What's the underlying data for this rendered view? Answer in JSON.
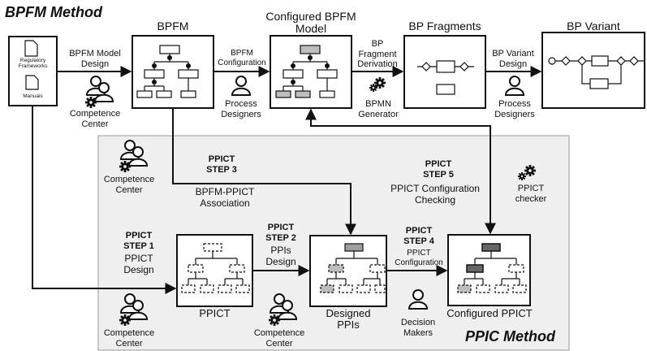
{
  "titles": {
    "bpfm_method": "BPFM Method",
    "ppic_method": "PPIC Method"
  },
  "doc_box": {
    "regulatory": "Regulatory Frameworks",
    "manuals": "Manuals"
  },
  "boxes": {
    "bpfm": "BPFM",
    "configured_bpfm_line1": "Configured BPFM",
    "configured_bpfm_line2": "Model",
    "bp_fragments": "BP Fragments",
    "bp_variant": "BP Variant",
    "ppict": "PPICT",
    "designed_ppis_line1": "Designed",
    "designed_ppis_line2": "PPIs",
    "configured_ppict": "Configured PPICT"
  },
  "edges": {
    "bpfm_model_design_l1": "BPFM Model",
    "bpfm_model_design_l2": "Design",
    "bpfm_configuration_l1": "BPFM",
    "bpfm_configuration_l2": "Configuration",
    "bp_fragment_derivation_l1": "BP",
    "bp_fragment_derivation_l2": "Fragment",
    "bp_fragment_derivation_l3": "Derivation",
    "bp_variant_design_l1": "BP Variant",
    "bp_variant_design_l2": "Design"
  },
  "actors": {
    "competence_center_top_l1": "Competence",
    "competence_center_top_l2": "Center",
    "process_designers_1_l1": "Process",
    "process_designers_1_l2": "Designers",
    "bpmn_generator_l1": "BPMN",
    "bpmn_generator_l2": "Generator",
    "process_designers_2_l1": "Process",
    "process_designers_2_l2": "Designers",
    "competence_center_ppic_l1": "Competence",
    "competence_center_ppic_l2": "Center",
    "ppict_checker_l1": "PPICT",
    "ppict_checker_l2": "checker",
    "competence_center_bl_l1": "Competence",
    "competence_center_bl_l2": "Center",
    "competence_center_bm_l1": "Competence",
    "competence_center_bm_l2": "Center",
    "decision_makers_l1": "Decision",
    "decision_makers_l2": "Makers"
  },
  "steps": {
    "step3_l1": "PPICT",
    "step3_l2": "STEP 3",
    "step3_desc_l1": "BPFM-PPICT",
    "step3_desc_l2": "Association",
    "step5_l1": "PPICT",
    "step5_l2": "STEP 5",
    "step5_desc_l1": "PPICT Configuration",
    "step5_desc_l2": "Checking",
    "step1_l1": "PPICT",
    "step1_l2": "STEP 1",
    "step1_desc_l1": "PPICT",
    "step1_desc_l2": "Design",
    "step2_l1": "PPICT",
    "step2_l2": "STEP 2",
    "step2_desc_l1": "PPIs",
    "step2_desc_l2": "Design",
    "step4_l1": "PPICT",
    "step4_l2": "STEP 4",
    "step4_desc_l1": "PPICT",
    "step4_desc_l2": "Configuration"
  }
}
